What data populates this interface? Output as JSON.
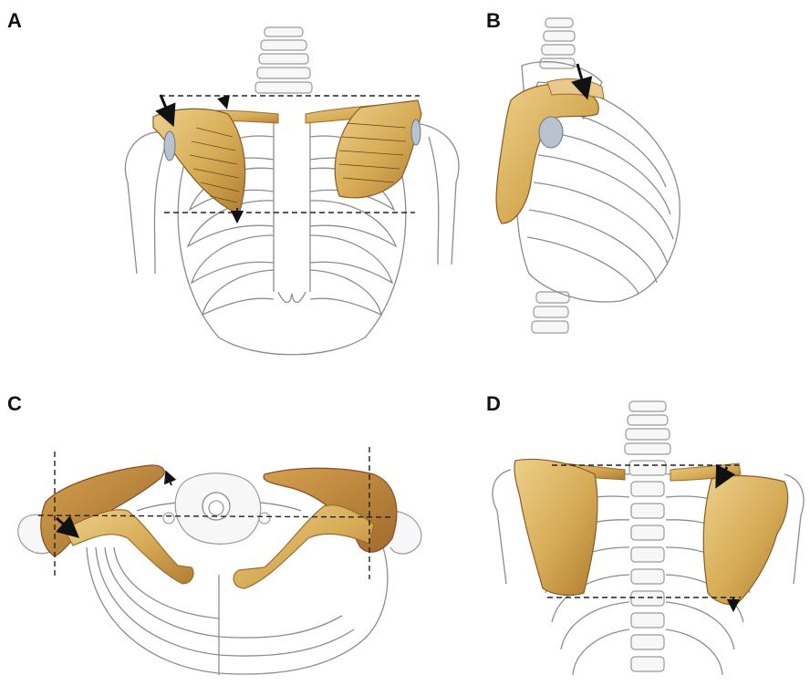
{
  "panels": {
    "a": {
      "label": "A"
    },
    "b": {
      "label": "B"
    },
    "c": {
      "label": "C"
    },
    "d": {
      "label": "D"
    }
  },
  "colors": {
    "bone_gold": "#d9b35c",
    "bone_shadow": "#b8863a",
    "bone_edge": "#9c5a3a",
    "outline_gray": "#8c8c8c",
    "glenoid_blue": "#9aa6b4",
    "dash_line": "#222222"
  }
}
